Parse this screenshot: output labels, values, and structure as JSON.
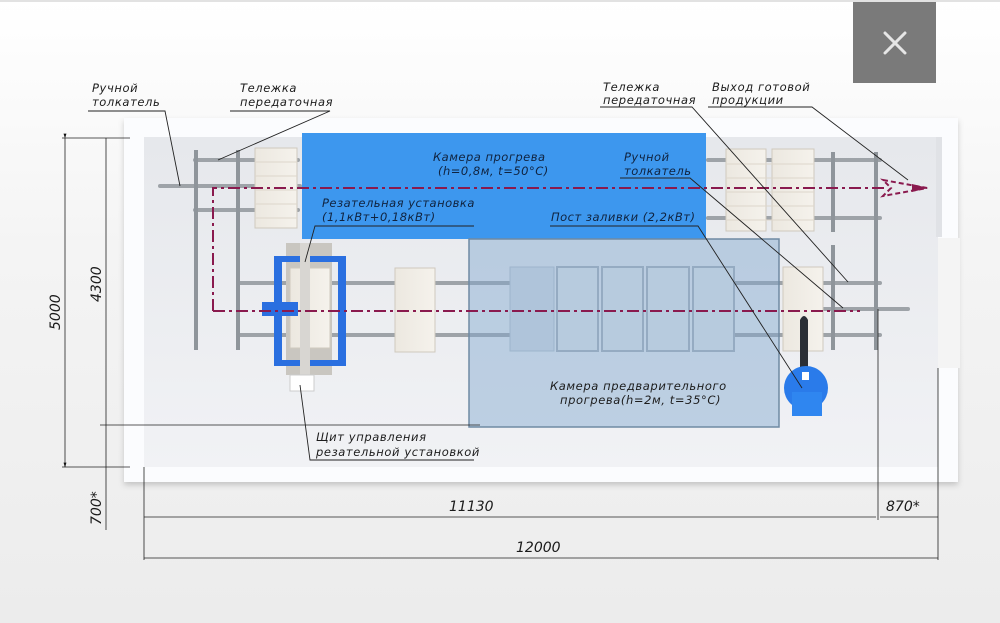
{
  "viewer": {
    "close_button": {
      "icon": "close-icon",
      "glyph": "✕"
    }
  },
  "labels": {
    "manual_pusher_left": [
      "Ручной",
      "толкатель"
    ],
    "transfer_cart_left": [
      "Тележка",
      "передаточная"
    ],
    "transfer_cart_right": [
      "Тележка",
      "передаточная"
    ],
    "finished_output": [
      "Выход готовой",
      "продукции"
    ],
    "heating_chamber": [
      "Камера прогрева",
      "(h=0,8м, t=50°C)"
    ],
    "manual_pusher_right": [
      "Ручной",
      "толкатель"
    ],
    "cutting_unit": [
      "Резательная установка",
      "(1,1кВт+0,18кВт)"
    ],
    "pouring_station": [
      "Пост заливки (2,2кВт)"
    ],
    "preheat_chamber": [
      "Камера предварительного",
      "прогрева(h=2м, t=35°C)"
    ],
    "control_panel": [
      "Щит управления",
      "резательной установкой"
    ]
  },
  "dimensions": {
    "total_height": "5000",
    "inner_height": "4300",
    "offset_left": "700*",
    "inner_length": "11130",
    "offset_right": "870*",
    "total_length": "12000"
  },
  "colors": {
    "heating_chamber": "#3d97ee",
    "preheat_chamber": "#9fbcd6",
    "flow_line": "#8a1a4e",
    "equipment_blue": "#2a6fe0",
    "close_button_bg": "#7a7a7a"
  }
}
